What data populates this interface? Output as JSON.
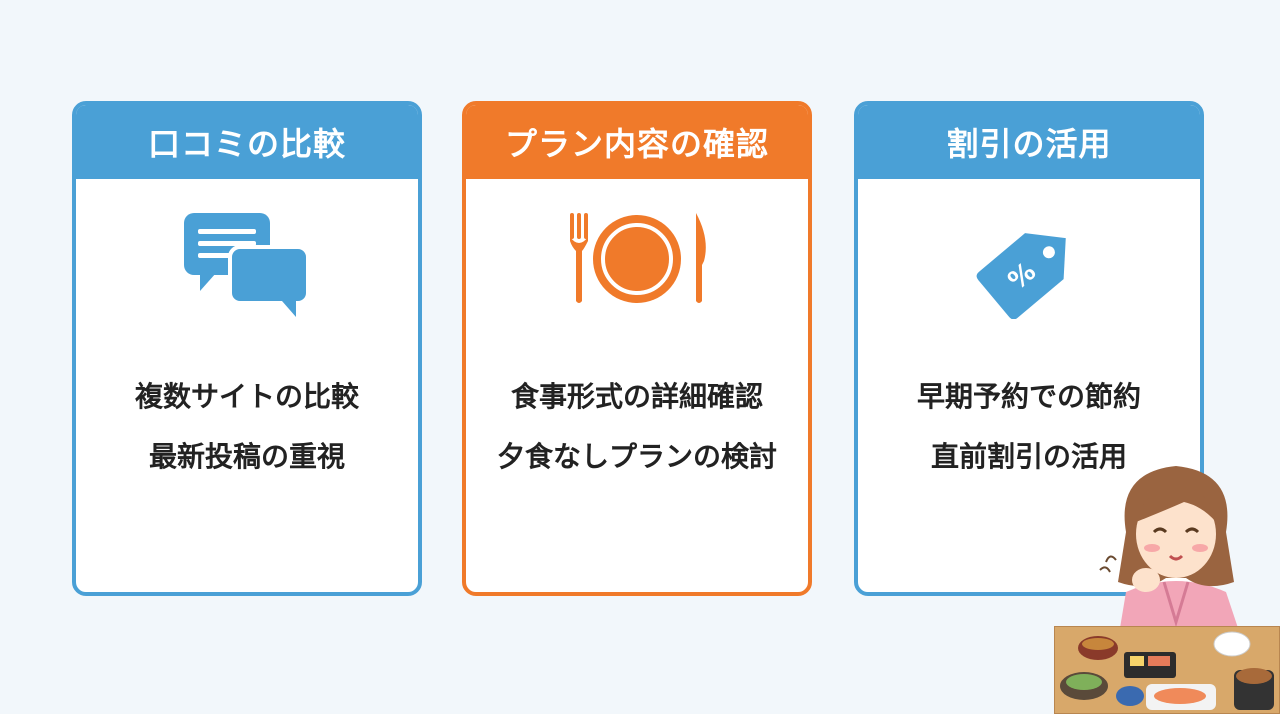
{
  "cards": [
    {
      "title": "口コミの比較",
      "icon": "chat-bubbles-icon",
      "lines": [
        "複数サイトの比較",
        "最新投稿の重視"
      ],
      "color": "#4aa0d6"
    },
    {
      "title": "プラン内容の確認",
      "icon": "plate-fork-knife-icon",
      "lines": [
        "食事形式の詳細確認",
        "夕食なしプランの検討"
      ],
      "color": "#f07a2a"
    },
    {
      "title": "割引の活用",
      "icon": "percent-tag-icon",
      "lines": [
        "早期予約での節約",
        "直前割引の活用"
      ],
      "color": "#4aa0d6"
    }
  ],
  "illustration": {
    "person": "smiling-woman-in-yukata",
    "food": "japanese-meal-tray"
  }
}
